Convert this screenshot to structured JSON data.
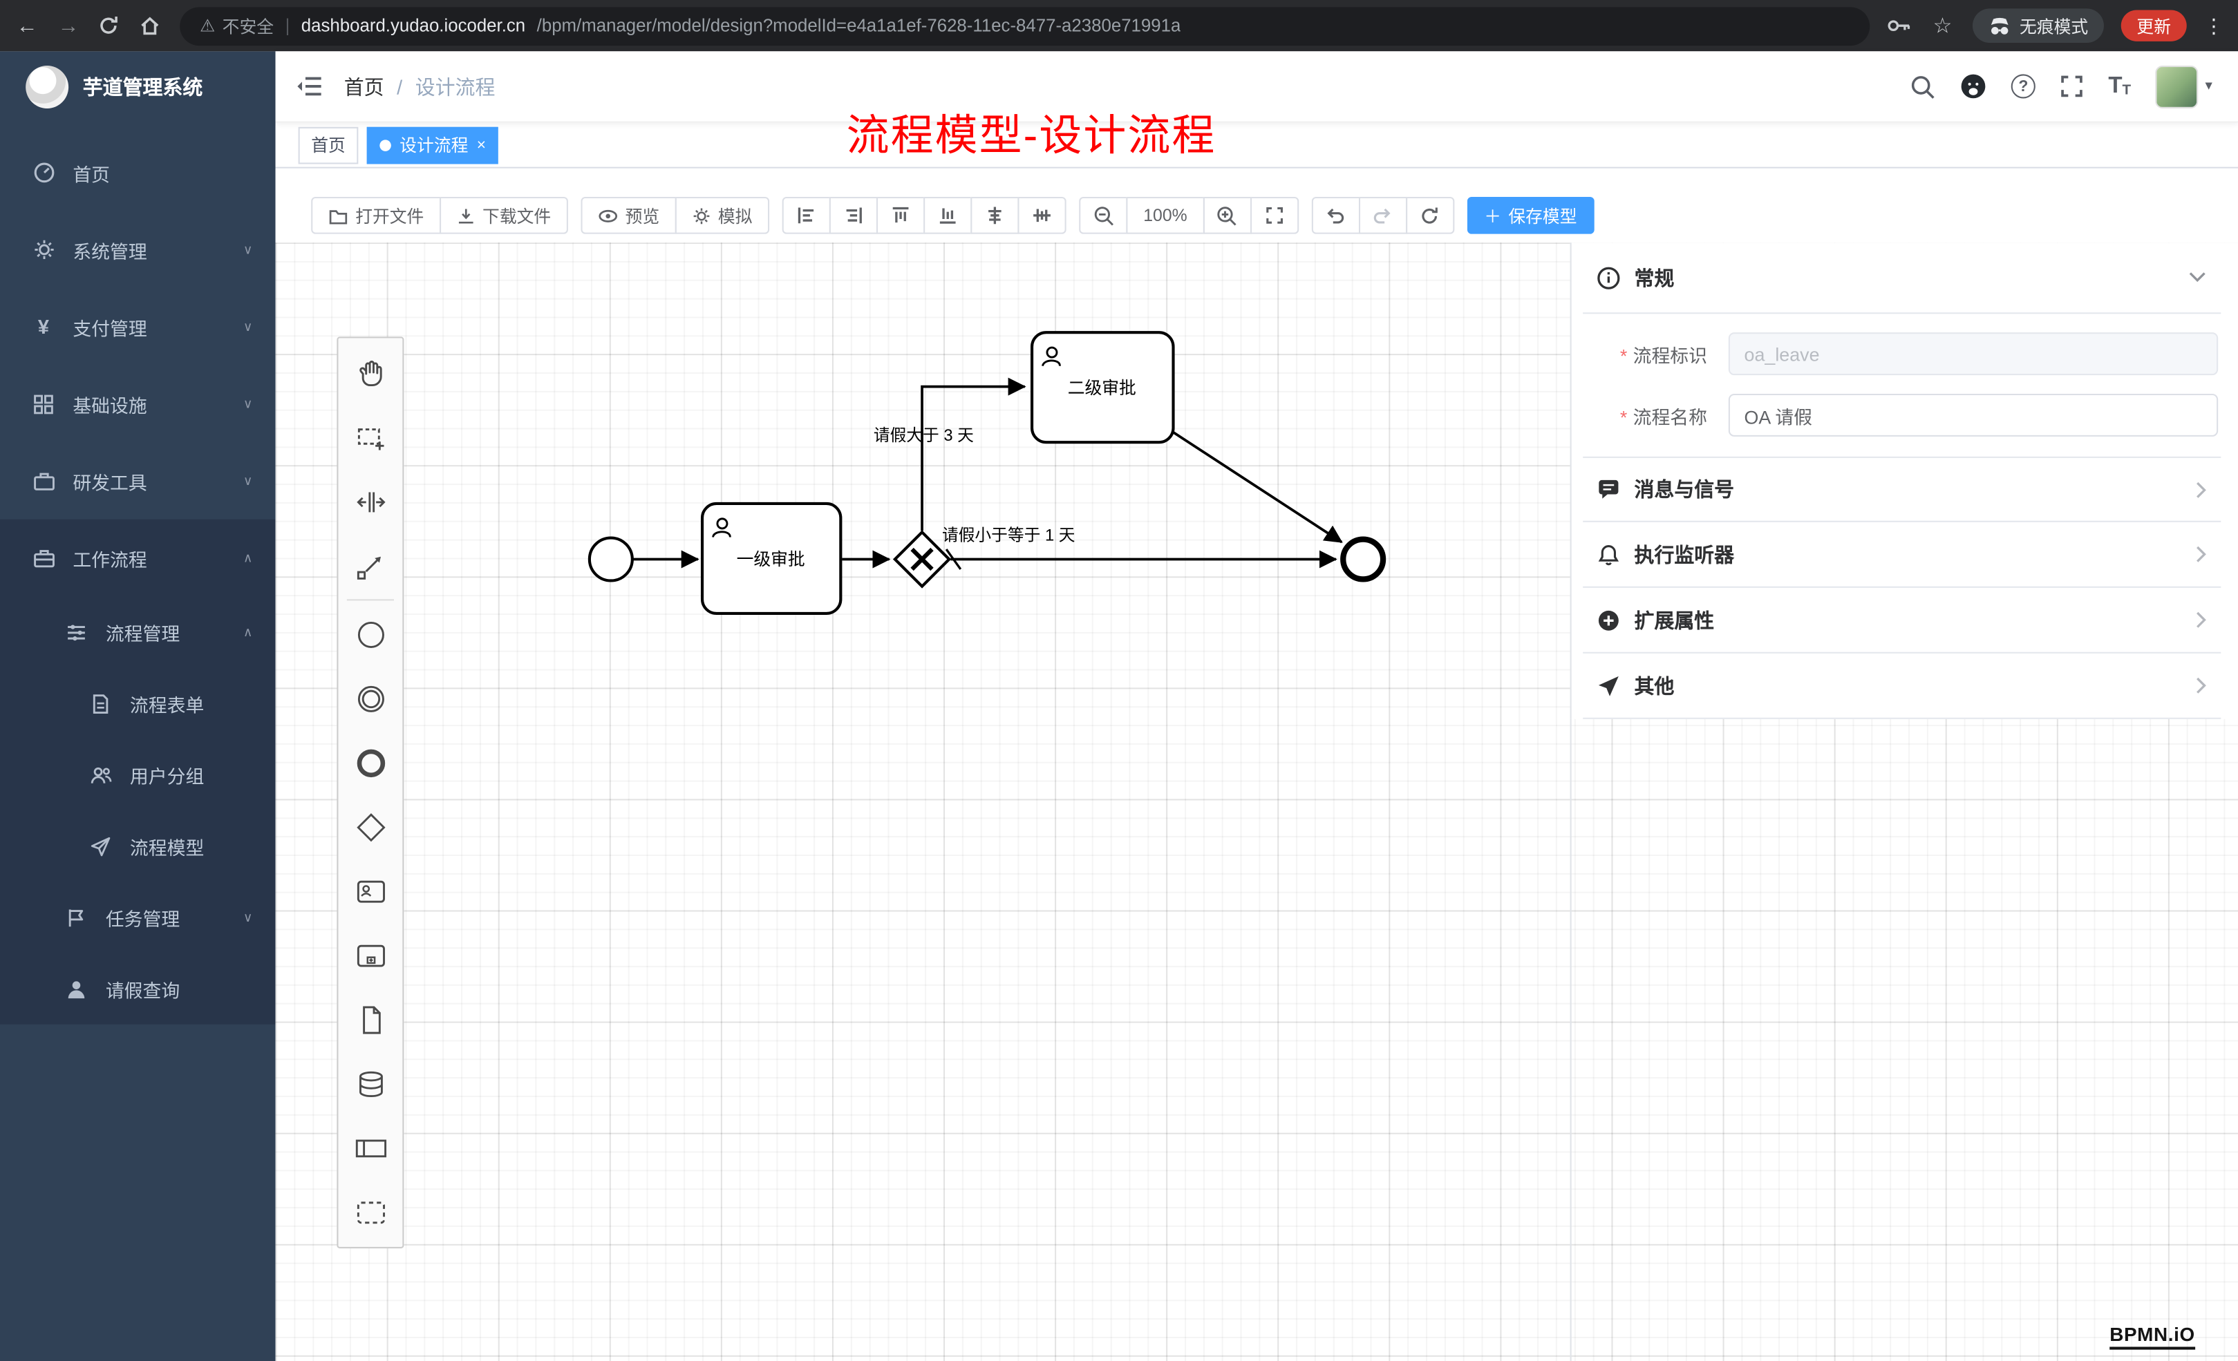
{
  "browser": {
    "security_label": "不安全",
    "url_host": "dashboard.yudao.iocoder.cn",
    "url_path": "/bpm/manager/model/design?modelId=e4a1a1ef-7628-11ec-8477-a2380e71991a",
    "incognito_label": "无痕模式",
    "update_label": "更新"
  },
  "icons": {
    "back": "←",
    "forward": "→",
    "star": "☆",
    "dots": "⋮",
    "warning": "⚠",
    "caret_down": "▾",
    "chevron_down": "∨",
    "chevron_up": "∧",
    "close": "×",
    "plus": "＋",
    "question": "?",
    "font_letter": "T",
    "slash": "/"
  },
  "sidebar": {
    "title": "芋道管理系统",
    "menu": [
      {
        "label": "首页"
      },
      {
        "label": "系统管理"
      },
      {
        "label": "支付管理"
      },
      {
        "label": "基础设施"
      },
      {
        "label": "研发工具"
      },
      {
        "label": "工作流程"
      },
      {
        "label": "流程管理"
      },
      {
        "label": "流程表单"
      },
      {
        "label": "用户分组"
      },
      {
        "label": "流程模型"
      },
      {
        "label": "任务管理"
      },
      {
        "label": "请假查询"
      }
    ]
  },
  "header": {
    "breadcrumb": [
      "首页",
      "设计流程"
    ]
  },
  "annotation": {
    "text": "流程模型-设计流程",
    "color": "#fe0100"
  },
  "tabs": [
    {
      "label": "首页",
      "active": false
    },
    {
      "label": "设计流程",
      "active": true
    }
  ],
  "toolbar": {
    "open": "打开文件",
    "download": "下载文件",
    "preview": "预览",
    "simulate": "模拟",
    "zoom_level": "100%",
    "save": "保存模型"
  },
  "panel": {
    "general_title": "常规",
    "fields": {
      "process_key": {
        "label": "流程标识",
        "value": "oa_leave",
        "disabled": true
      },
      "process_name": {
        "label": "流程名称",
        "value": "OA 请假",
        "disabled": false
      }
    },
    "sections": [
      {
        "title": "消息与信号"
      },
      {
        "title": "执行监听器"
      },
      {
        "title": "扩展属性"
      },
      {
        "title": "其他"
      }
    ]
  },
  "diagram": {
    "task1_label": "一级审批",
    "task2_label": "二级审批",
    "flow_label_gt3": "请假大于 3 天",
    "flow_label_le1": "请假小于等于 1 天",
    "watermark": "BPMN.iO"
  },
  "colors": {
    "accent": "#409eff",
    "sidebar_bg": "#304156",
    "annotation_red": "#fe0100"
  }
}
